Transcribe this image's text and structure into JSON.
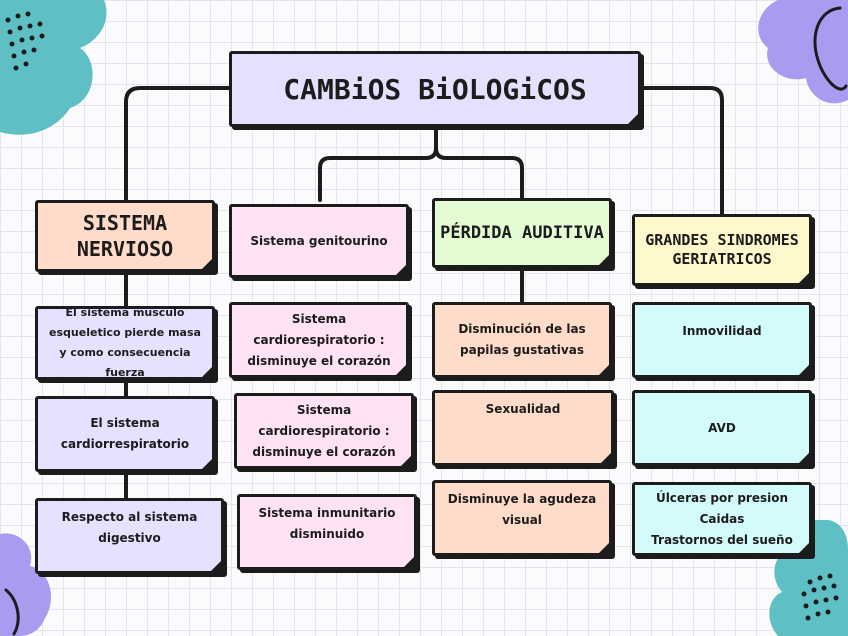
{
  "title": "CAMBiOS BiOLOGiCOS",
  "columns": [
    {
      "heading": "SISTEMA NERVIOSO",
      "items": [
        "El sistema musculo esqueletico pierde masa y como consecuencia fuerza",
        "El sistema cardiorrespiratorio",
        "Respecto al sistema digestivo"
      ]
    },
    {
      "heading": "Sistema genitourino",
      "items": [
        "Sistema cardiorespiratorio : disminuye el corazón",
        "Sistema cardiorespiratorio : disminuye el corazón",
        "Sistema inmunitario disminuido"
      ]
    },
    {
      "heading": "PÉRDIDA AUDITIVA",
      "items": [
        "Disminución de las papilas gustativas",
        "Sexualidad",
        "Disminuye la agudeza visual"
      ]
    },
    {
      "heading": "GRANDES SINDROMES GERIATRICOS",
      "items": [
        "Inmovilidad",
        "AVD",
        "Úlceras por presion\nCaidas\nTrastornos del sueño"
      ]
    }
  ],
  "colors": {
    "purple": "#e8e0ff",
    "pink": "#ffe2f4",
    "green": "#e3fcd3",
    "peach": "#ffdcc9",
    "yellow": "#fff8cc",
    "cyan": "#d3fbfc",
    "teal_blob": "#5ebfc4",
    "lavender_blob": "#a99cf0"
  }
}
